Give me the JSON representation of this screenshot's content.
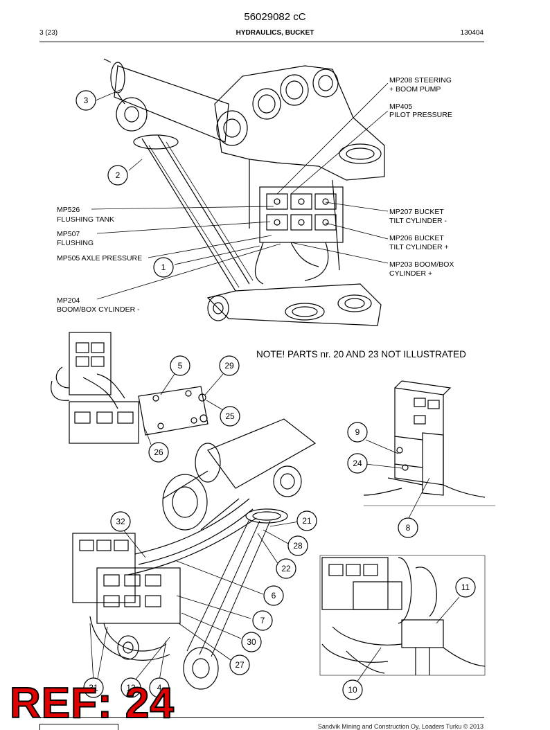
{
  "header": {
    "doc_id": "56029082 cC",
    "page": "3 (23)",
    "section": "HYDRAULICS, BUCKET",
    "date_code": "130404"
  },
  "labels": {
    "mp208": [
      "MP208 STEERING",
      "+ BOOM PUMP"
    ],
    "mp405": [
      "MP405",
      "PILOT PRESSURE"
    ],
    "mp526": [
      "MP526",
      "FLUSHING TANK"
    ],
    "mp507": [
      "MP507",
      "FLUSHING"
    ],
    "mp505": [
      "MP505 AXLE PRESSURE"
    ],
    "mp204": [
      "MP204",
      "BOOM/BOX CYLINDER -"
    ],
    "mp207": [
      "MP207 BUCKET",
      "TILT CYLINDER -"
    ],
    "mp206": [
      "MP206 BUCKET",
      "TILT CYLINDER +"
    ],
    "mp203": [
      "MP203 BOOM/BOX",
      "CYLINDER +"
    ]
  },
  "note": "NOTE! PARTS nr. 20 AND 23 NOT ILLUSTRATED",
  "callouts": {
    "c1": "1",
    "c2": "2",
    "c3": "3",
    "c4": "4",
    "c5": "5",
    "c6": "6",
    "c7": "7",
    "c8": "8",
    "c9": "9",
    "c10": "10",
    "c11": "11",
    "c12": "12",
    "c21": "21",
    "c22": "22",
    "c24": "24",
    "c25": "25",
    "c26": "26",
    "c27": "27",
    "c28": "28",
    "c29": "29",
    "c30": "30",
    "c31": "31",
    "c32": "32"
  },
  "stamp": "REF: 24",
  "footer": "Sandvik Mining and Construction Oy, Loaders Turku © 2013"
}
